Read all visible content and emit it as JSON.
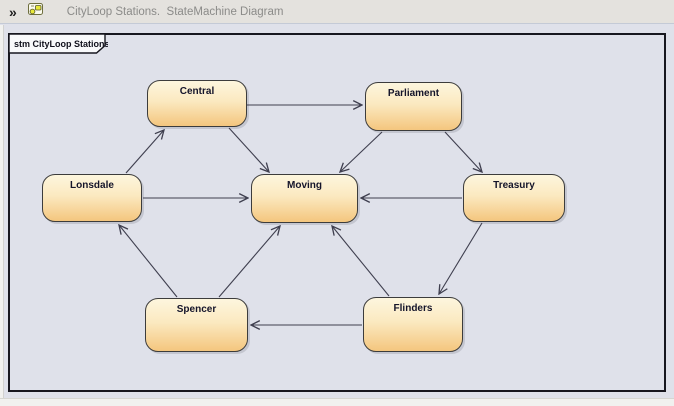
{
  "header": {
    "overflow_chevron": "»",
    "title": "CityLoop Stations.  StateMachine Diagram"
  },
  "frame": {
    "label": "stm CityLoop Stations"
  },
  "diagram": {
    "kind": "StateMachine",
    "states": [
      {
        "name": "Central"
      },
      {
        "name": "Parliament"
      },
      {
        "name": "Lonsdale"
      },
      {
        "name": "Moving"
      },
      {
        "name": "Treasury"
      },
      {
        "name": "Spencer"
      },
      {
        "name": "Flinders"
      }
    ],
    "transitions": [
      {
        "from": "Central",
        "to": "Parliament"
      },
      {
        "from": "Central",
        "to": "Moving"
      },
      {
        "from": "Lonsdale",
        "to": "Central"
      },
      {
        "from": "Lonsdale",
        "to": "Moving"
      },
      {
        "from": "Parliament",
        "to": "Moving"
      },
      {
        "from": "Parliament",
        "to": "Treasury"
      },
      {
        "from": "Treasury",
        "to": "Moving"
      },
      {
        "from": "Treasury",
        "to": "Flinders"
      },
      {
        "from": "Spencer",
        "to": "Lonsdale"
      },
      {
        "from": "Spencer",
        "to": "Moving"
      },
      {
        "from": "Flinders",
        "to": "Moving"
      },
      {
        "from": "Flinders",
        "to": "Spencer"
      }
    ]
  },
  "colors": {
    "canvas_background": "#dfe1ea",
    "header_background": "#e4e2de",
    "header_title_text": "#8b8b89",
    "frame_border": "#17171f",
    "state_fill_top": "#fdf6de",
    "state_fill_bottom": "#f4c67e",
    "state_border": "#3c3c3c",
    "edge_stroke": "#3f3f4f",
    "icon_yellow": "#e8e83a"
  }
}
